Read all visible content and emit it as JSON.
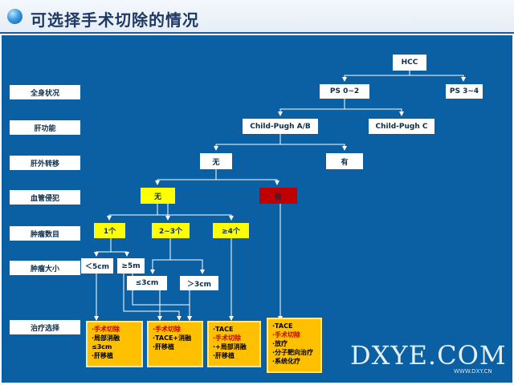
{
  "header": {
    "title": "可选择手术切除的情况"
  },
  "categories": [
    "全身状况",
    "肝功能",
    "肝外转移",
    "血管侵犯",
    "肿瘤数目",
    "肿瘤大小",
    "治疗选择"
  ],
  "nodes": {
    "hcc": "HCC",
    "ps02": "PS 0~2",
    "ps34": "PS 3~4",
    "cp_ab": "Child-Pugh A/B",
    "cp_c": "Child-Pugh C",
    "ehm_none": "无",
    "ehm_yes": "有",
    "vi_none": "无",
    "vi_yes": "有",
    "n1": "1个",
    "n23": "2~3个",
    "n4": "≥4个",
    "s_lt5": "＜5cm",
    "s_ge5": "≥5m",
    "s_le3": "≤3cm",
    "s_gt3": "＞3cm"
  },
  "treatments": [
    {
      "lines": [
        {
          "t": "·手术切除",
          "red": true
        },
        {
          "t": "·局部消融",
          "red": false
        },
        {
          "t": "≤3cm",
          "red": false
        },
        {
          "t": "·肝移植",
          "red": false
        }
      ]
    },
    {
      "lines": [
        {
          "t": "·手术切除",
          "red": true
        },
        {
          "t": "·TACE+消融",
          "red": false
        },
        {
          "t": "·肝移植",
          "red": false
        }
      ]
    },
    {
      "lines": [
        {
          "t": "·TACE",
          "red": false
        },
        {
          "t": "·手术切除",
          "red": true
        },
        {
          "t": "·+局部消融",
          "red": false
        },
        {
          "t": "·肝移植",
          "red": false
        }
      ]
    },
    {
      "lines": [
        {
          "t": "·TACE",
          "red": false
        },
        {
          "t": "·手术切除",
          "red": true
        },
        {
          "t": "·放疗",
          "red": false
        },
        {
          "t": "·分子靶向治疗",
          "red": false
        },
        {
          "t": "·系统化疗",
          "red": false
        }
      ]
    }
  ],
  "watermark": {
    "main": "DXYE.COM",
    "sub": "WWW.DXY.CN"
  },
  "colors": {
    "diagram_bg": "#0a60a3",
    "highlight": "#ffff00",
    "vascular_yes": "#c00000",
    "treatment": "#ffc000",
    "line": "#ffffff"
  }
}
